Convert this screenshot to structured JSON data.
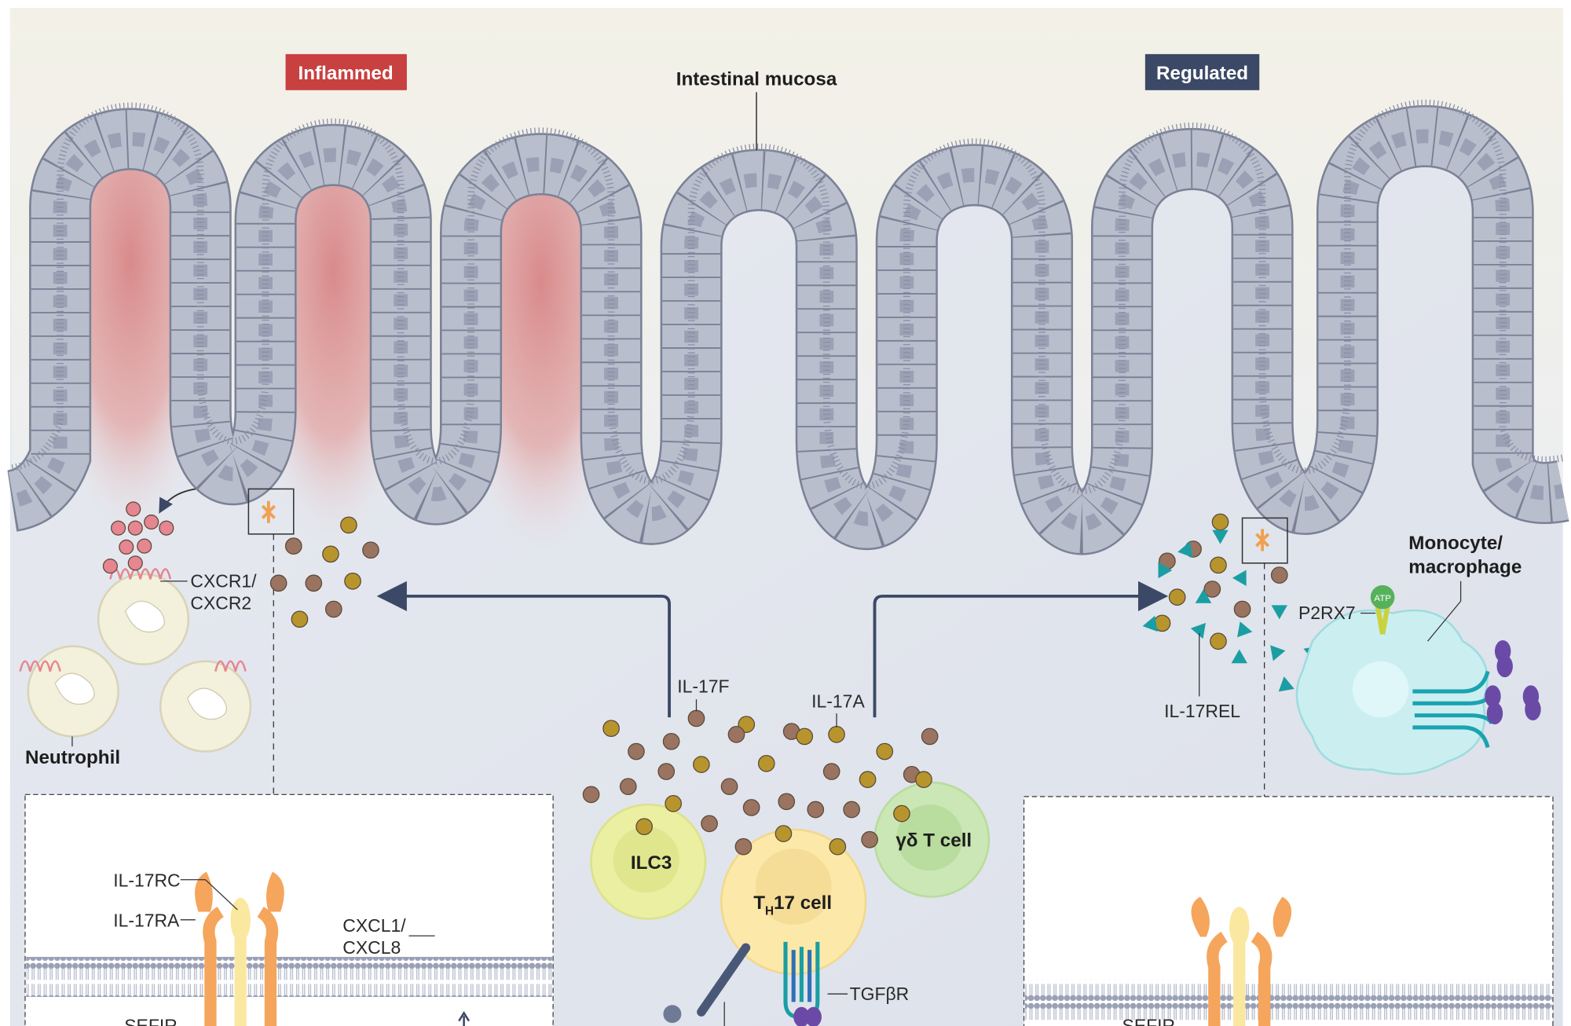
{
  "figure": {
    "tags": {
      "inflamed": "Inflammed",
      "regulated": "Regulated"
    },
    "title_label": "Intestinal mucosa",
    "labels": {
      "cxcr": [
        "CXCR1/",
        "CXCR2"
      ],
      "neutrophil": "Neutrophil",
      "il17f": "IL-17F",
      "il17a": "IL-17A",
      "il17rel": "IL-17REL",
      "p2rx7": "P2RX7",
      "atp": "ATP",
      "monocyte": [
        "Monocyte/",
        "macrophage"
      ],
      "ilc3": "ILC3",
      "th17": "T",
      "th17_sub": "H",
      "th17_rest": "17 cell",
      "gdt": "γδ T cell",
      "il17rc": "IL-17RC",
      "il17ra": "IL-17RA",
      "cxcl": [
        "CXCL1/",
        "CXCL8"
      ],
      "tgfbr": "TGFβR",
      "sefir_left": "SEFIR",
      "sefir_right": "SEFIR"
    },
    "colors": {
      "inflamed": "#c8403f",
      "regulated": "#3b4966",
      "lumen": "#f2f0e6",
      "tissue": "#e3e7ee",
      "epithelium": "#b8bdcc",
      "il17_brown": "#9a7460",
      "il17_gold": "#b8952c",
      "chemokine_pink": "#e58690",
      "il17rel_teal": "#1a9ea3"
    }
  }
}
